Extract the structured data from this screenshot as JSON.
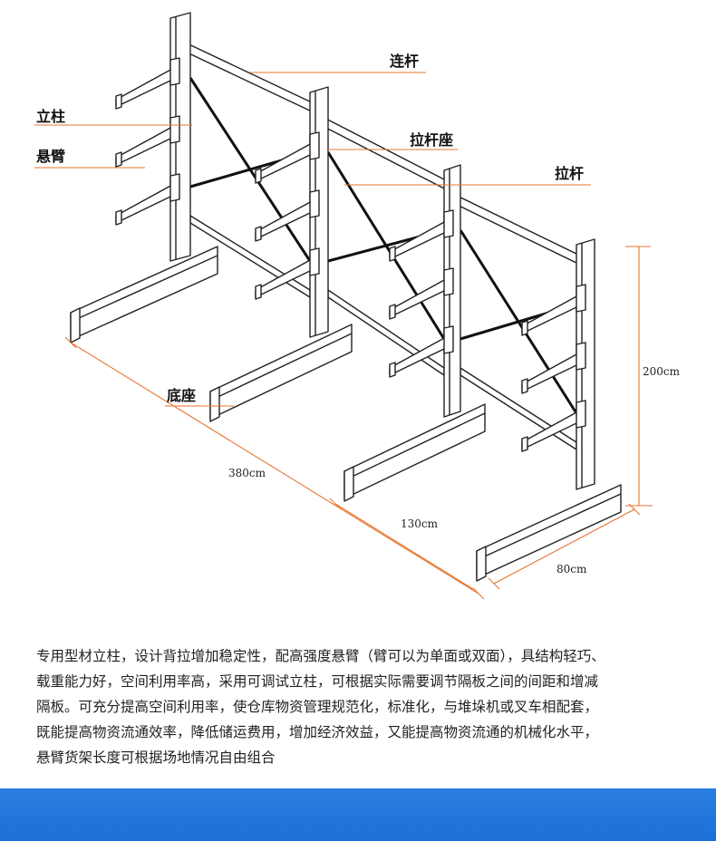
{
  "labels": {
    "lian_gan": "连杆",
    "li_zhu": "立柱",
    "xuan_bi": "悬臂",
    "la_gan_zuo": "拉杆座",
    "la_gan": "拉杆",
    "di_zuo": "底座"
  },
  "dimensions": {
    "total_length": "380cm",
    "bay_length": "130cm",
    "depth": "80cm",
    "height": "200cm"
  },
  "description": {
    "lines": [
      "专用型材立柱，设计背拉增加稳定性，配高强度悬臂（臂可以为单面或双面），具结构轻巧、",
      "载重能力好，空间利用率高，采用可调试立柱，可根据实际需要调节隔板之间的间距和增减",
      "隔板。可充分提高空间利用率，使仓库物资管理规范化，标准化，与堆垛机或叉车相配套，",
      "既能提高物资流通效率，降低储运费用，增加经济效益，又能提高物资流通的机械化水平，",
      "悬臂货架长度可根据场地情况自由组合"
    ]
  },
  "colors": {
    "dimension": "#e8742e",
    "structure": "#222222",
    "bar": "#1c6fd6"
  }
}
